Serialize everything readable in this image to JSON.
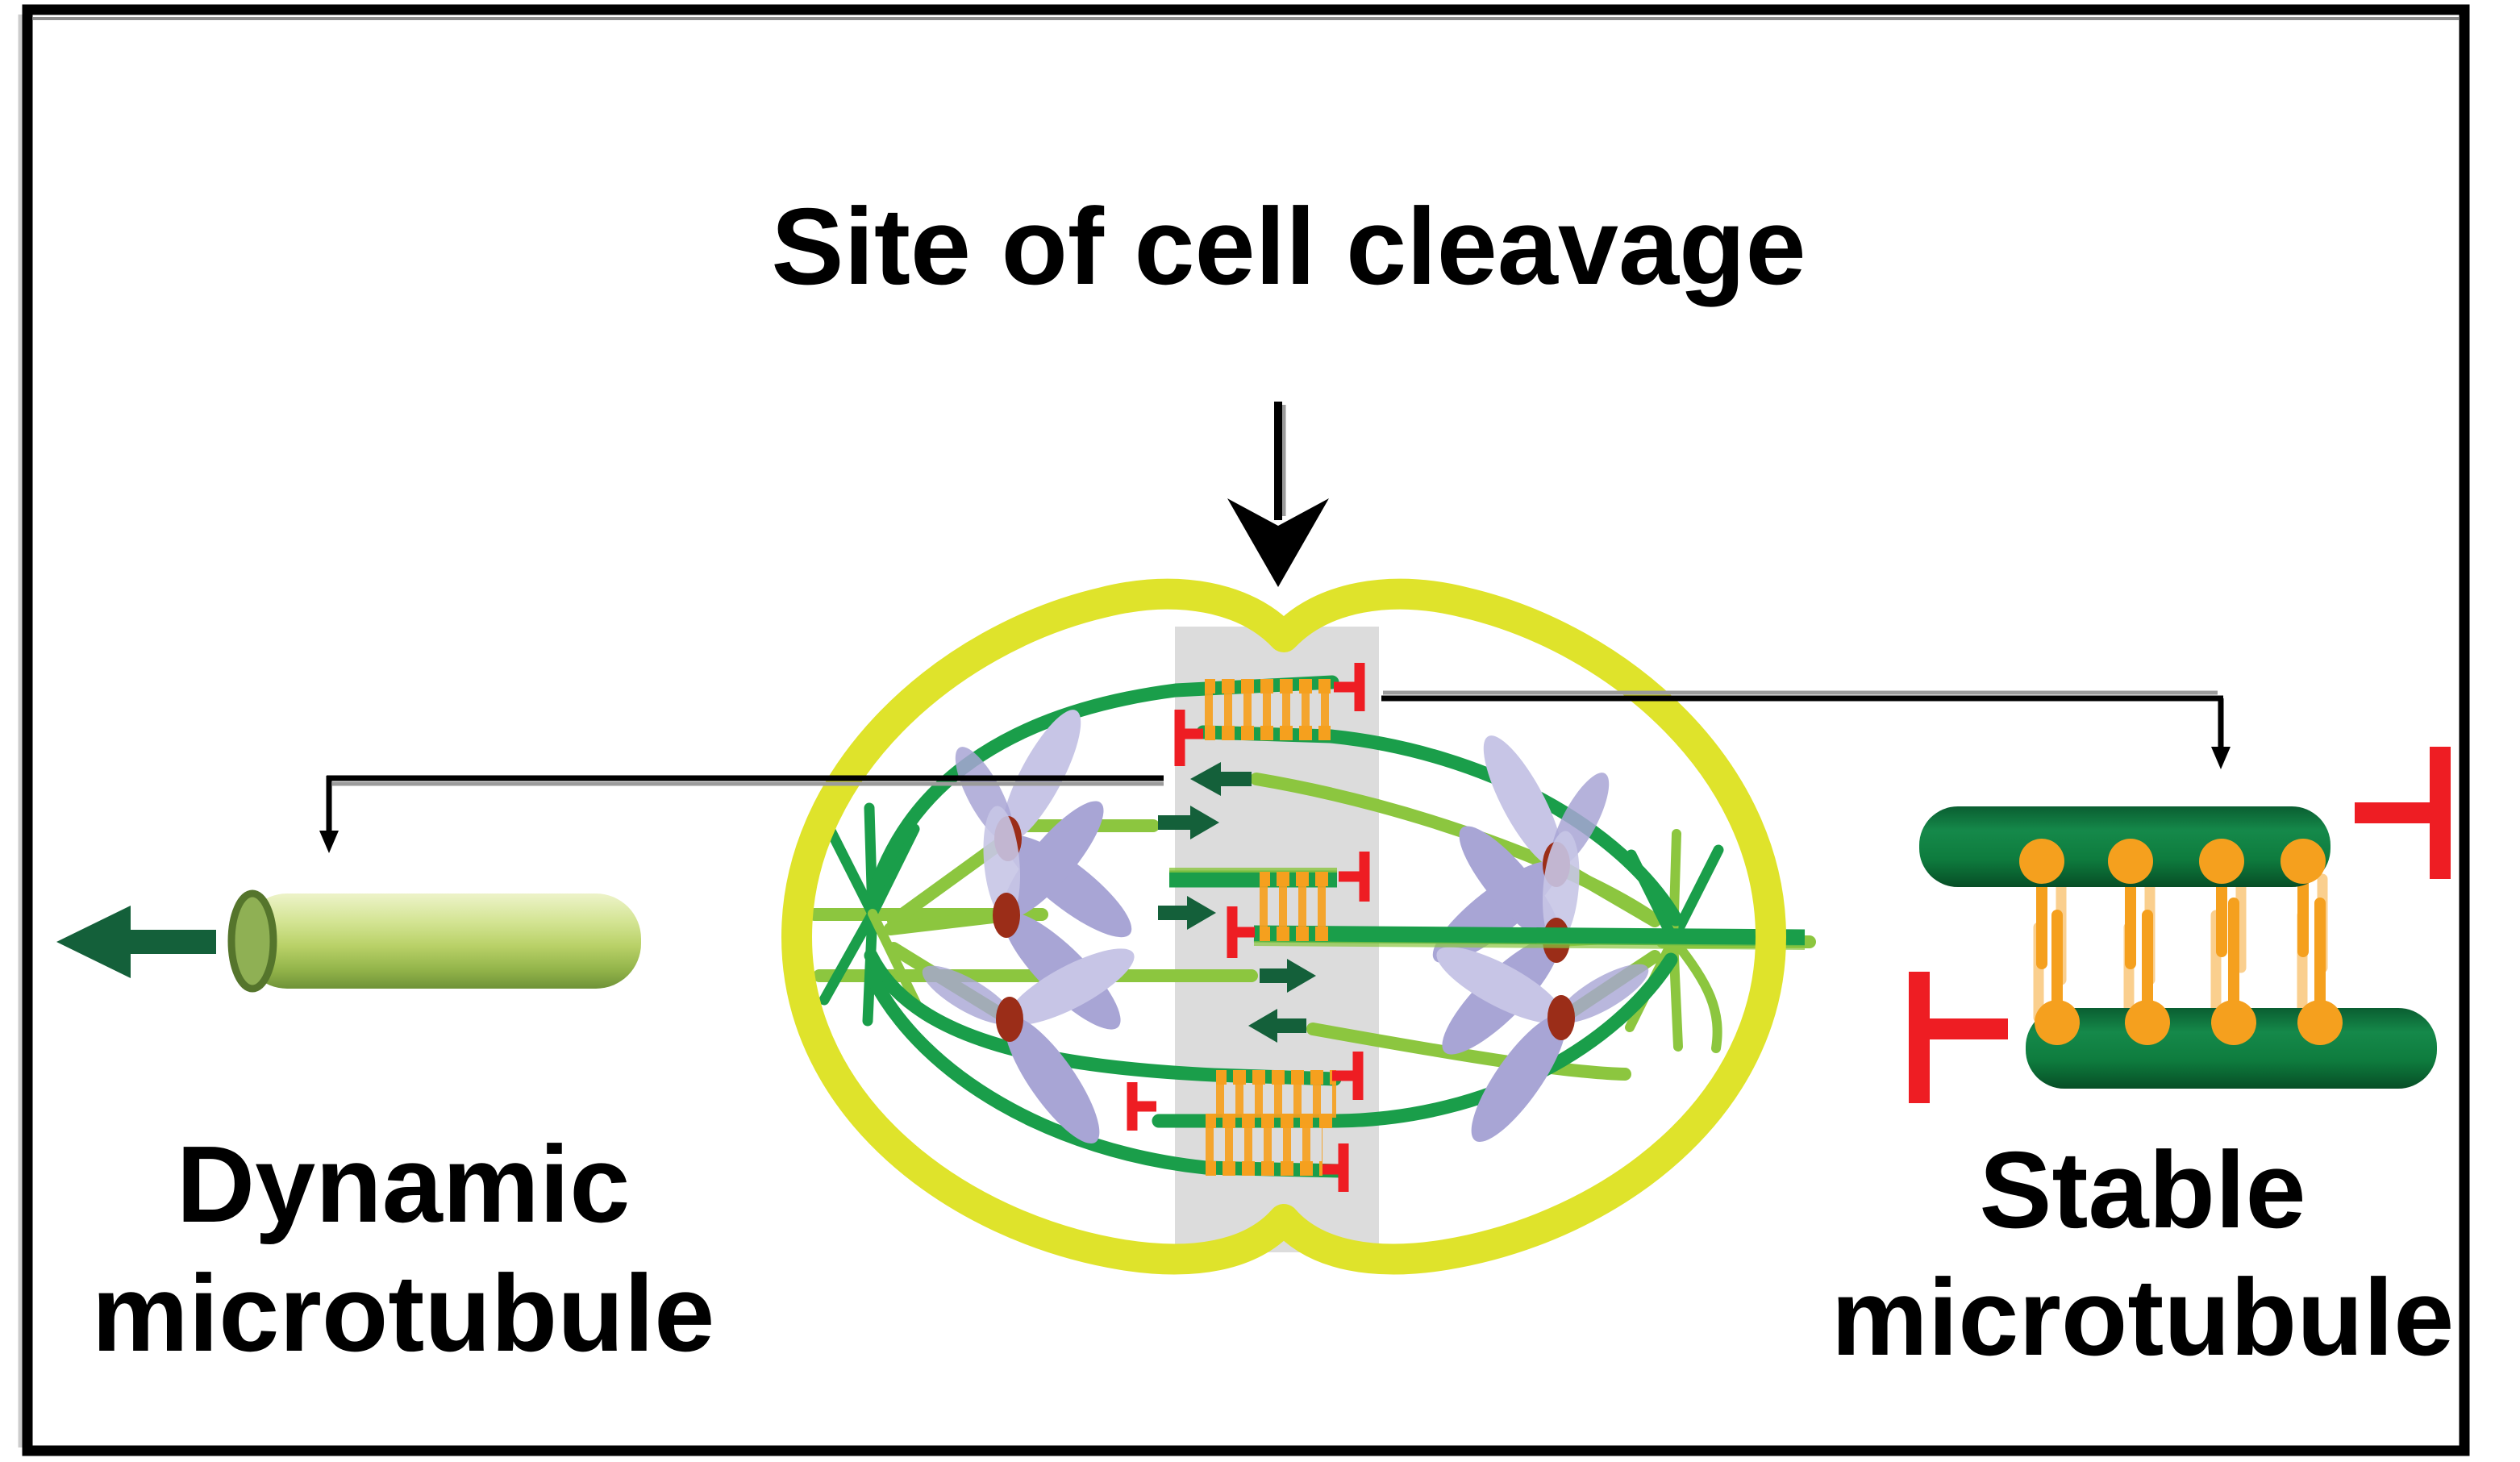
{
  "figure": {
    "title": "Site of cell cleavage",
    "labels": {
      "dynamic": {
        "line1": "Dynamic",
        "line2": "microtubule"
      },
      "stable": {
        "line1": "Stable",
        "line2": "microtubule"
      }
    },
    "colors": {
      "membrane": "#dfe32b",
      "cleavage_band": "#dcdcdc",
      "mt_dark_green": "#1a9e4a",
      "mt_light_green": "#8cc63f",
      "arrow_green": "#14603a",
      "crosslink_orange": "#f5a01e",
      "cap_red": "#ee1d23",
      "chromosome_lavender": "#a8a5d5",
      "kinetochore_dark_red": "#9b2d18",
      "cylinder_dark_green": "#0e7c3e",
      "cylinder_light_green": "#b9d168",
      "frame_black": "#000000"
    }
  }
}
